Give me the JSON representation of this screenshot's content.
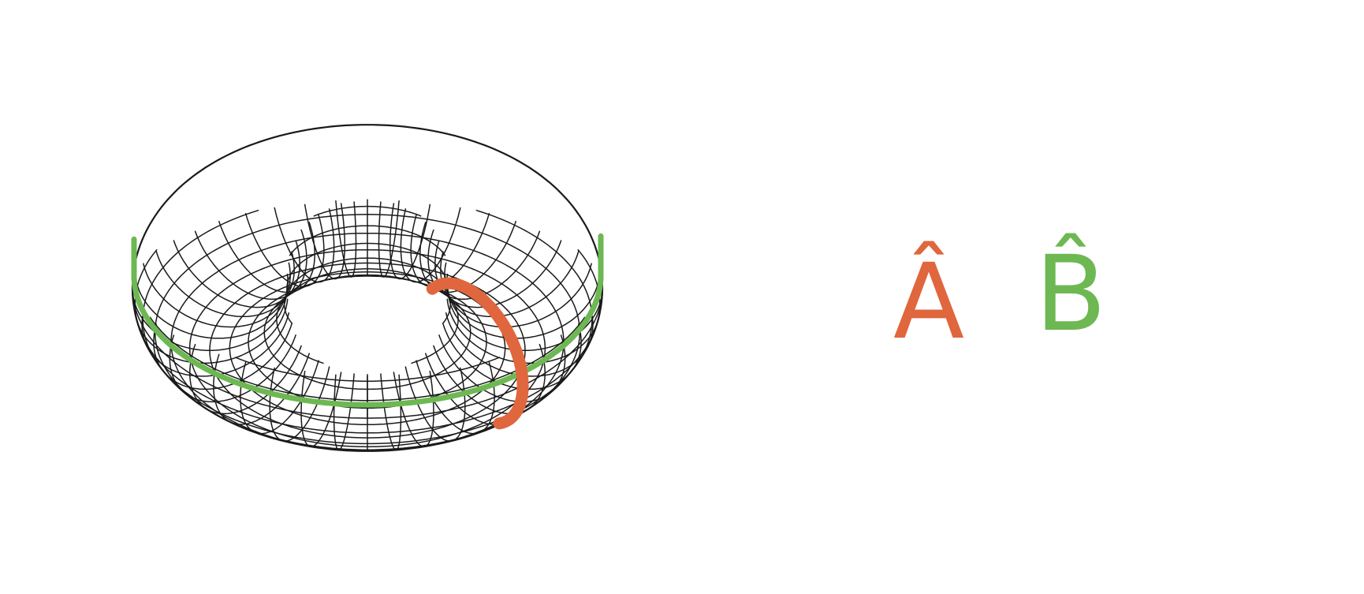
{
  "diagram": {
    "surface": "torus",
    "loops": [
      {
        "id": "A",
        "label": "Â",
        "color": "#e0663d",
        "direction": "meridian"
      },
      {
        "id": "B",
        "label": "B̂",
        "color": "#6db852",
        "direction": "longitude"
      }
    ],
    "grid_color": "#1a1a1a"
  }
}
